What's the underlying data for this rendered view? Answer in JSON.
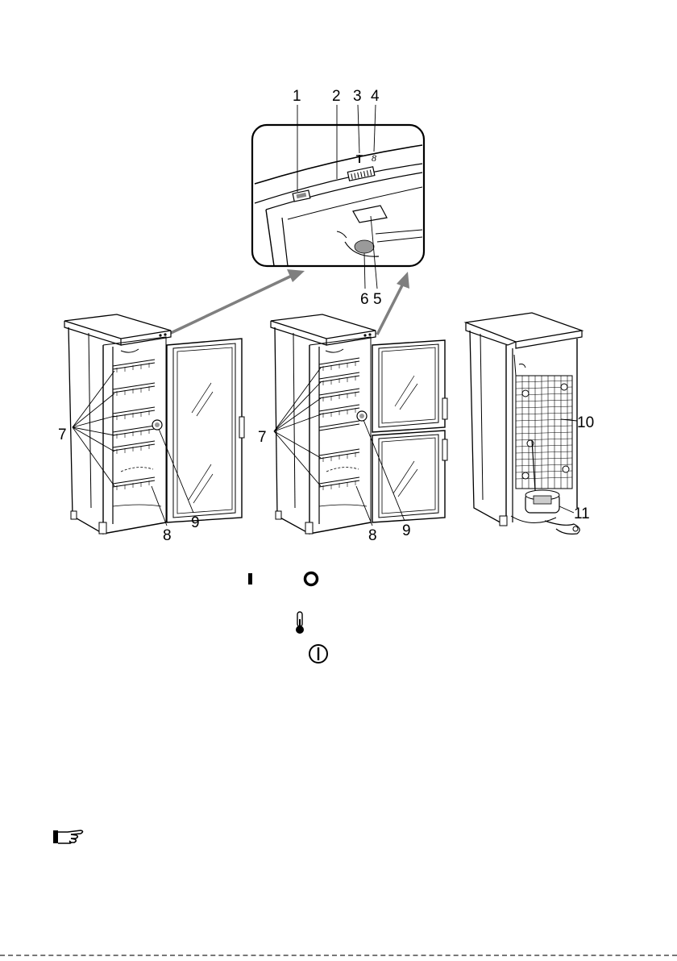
{
  "callouts": {
    "c1": "1",
    "c2": "2",
    "c3": "3",
    "c4": "4",
    "c5": "5",
    "c6": "6",
    "c7a": "7",
    "c7b": "7",
    "c8a": "8",
    "c8b": "8",
    "c9a": "9",
    "c9b": "9",
    "c10": "10",
    "c11": "11"
  },
  "icons": {
    "switch_on": "power-on-bar-icon",
    "switch_off": "power-off-circle-icon",
    "thermostat": "thermometer-icon",
    "power": "power-symbol-icon",
    "note": "pointing-hand-icon"
  },
  "colors": {
    "line": "#000000",
    "arrow": "#7f7f7f",
    "display": "#9a9a9a"
  }
}
